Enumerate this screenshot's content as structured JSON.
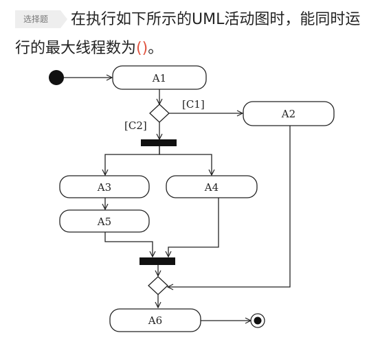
{
  "question": {
    "tag_label": "选择题",
    "text_before": "在执行如下所示的UML活动图时，能同时运行的最大线程数为",
    "paren_open": "(",
    "paren_close": ")",
    "text_after": "。"
  },
  "diagram": {
    "activities": [
      "A1",
      "A2",
      "A3",
      "A4",
      "A5",
      "A6"
    ],
    "guards": {
      "c1": "[C1]",
      "c2": "[C2]"
    }
  },
  "colors": {
    "paren": "#e0533f",
    "tag_bg": "#eeeeee",
    "line": "#222222"
  }
}
